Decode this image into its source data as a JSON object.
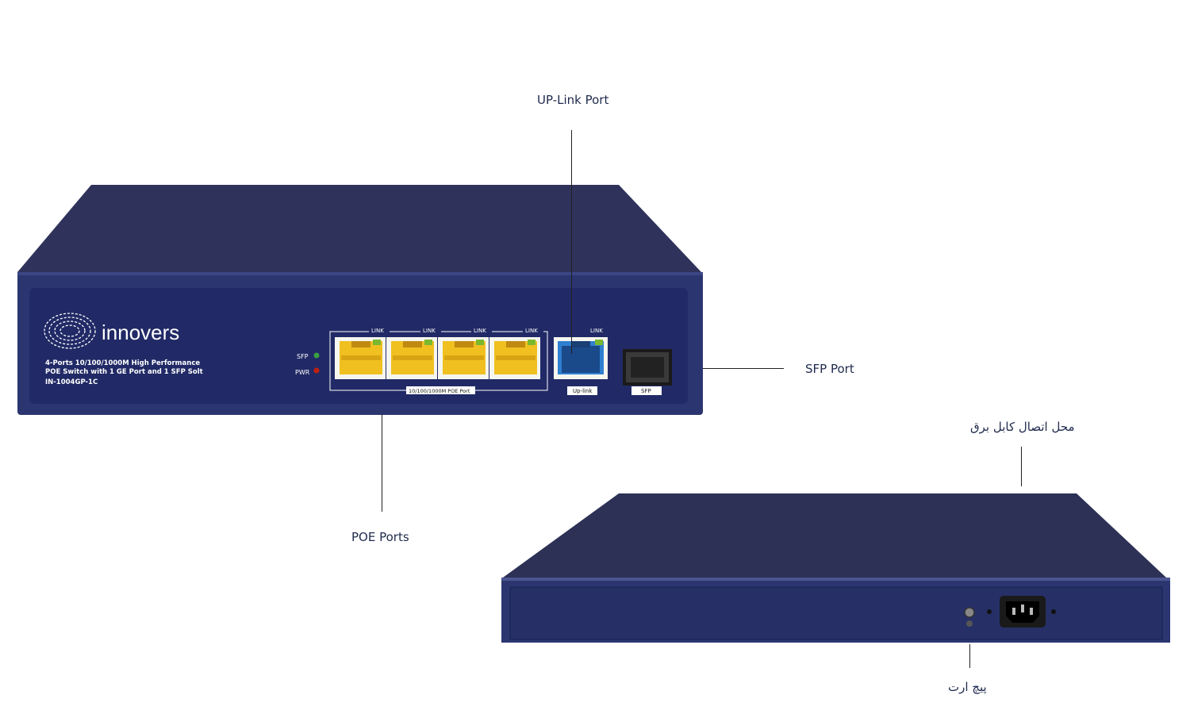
{
  "callouts": {
    "uplink": "UP-Link Port",
    "sfp": "SFP Port",
    "poe": "POE Ports",
    "power": "محل اتصال کابل برق",
    "ground": "پیچ ارت"
  },
  "front_panel": {
    "brand": "innovers",
    "description_line1": "4-Ports 10/100/1000M High Performance",
    "description_line2": "POE Switch with 1 GE Port and 1 SFP Solt",
    "model": "IN-1004GP-1C",
    "led_sfp": "SFP",
    "led_pwr": "PWR",
    "link_label": "LINK",
    "poe_group_label": "10/100/1000M POE Port",
    "uplink_label": "Up-link",
    "sfp_label": "SFP"
  },
  "colors": {
    "chassis_top": "#2f325a",
    "chassis_front": "#2b3670",
    "panel": "#212a66",
    "port_yellow": "#f0c020",
    "port_blue": "#2f7fd0",
    "led_green": "#3aa040",
    "led_red": "#c02010"
  }
}
